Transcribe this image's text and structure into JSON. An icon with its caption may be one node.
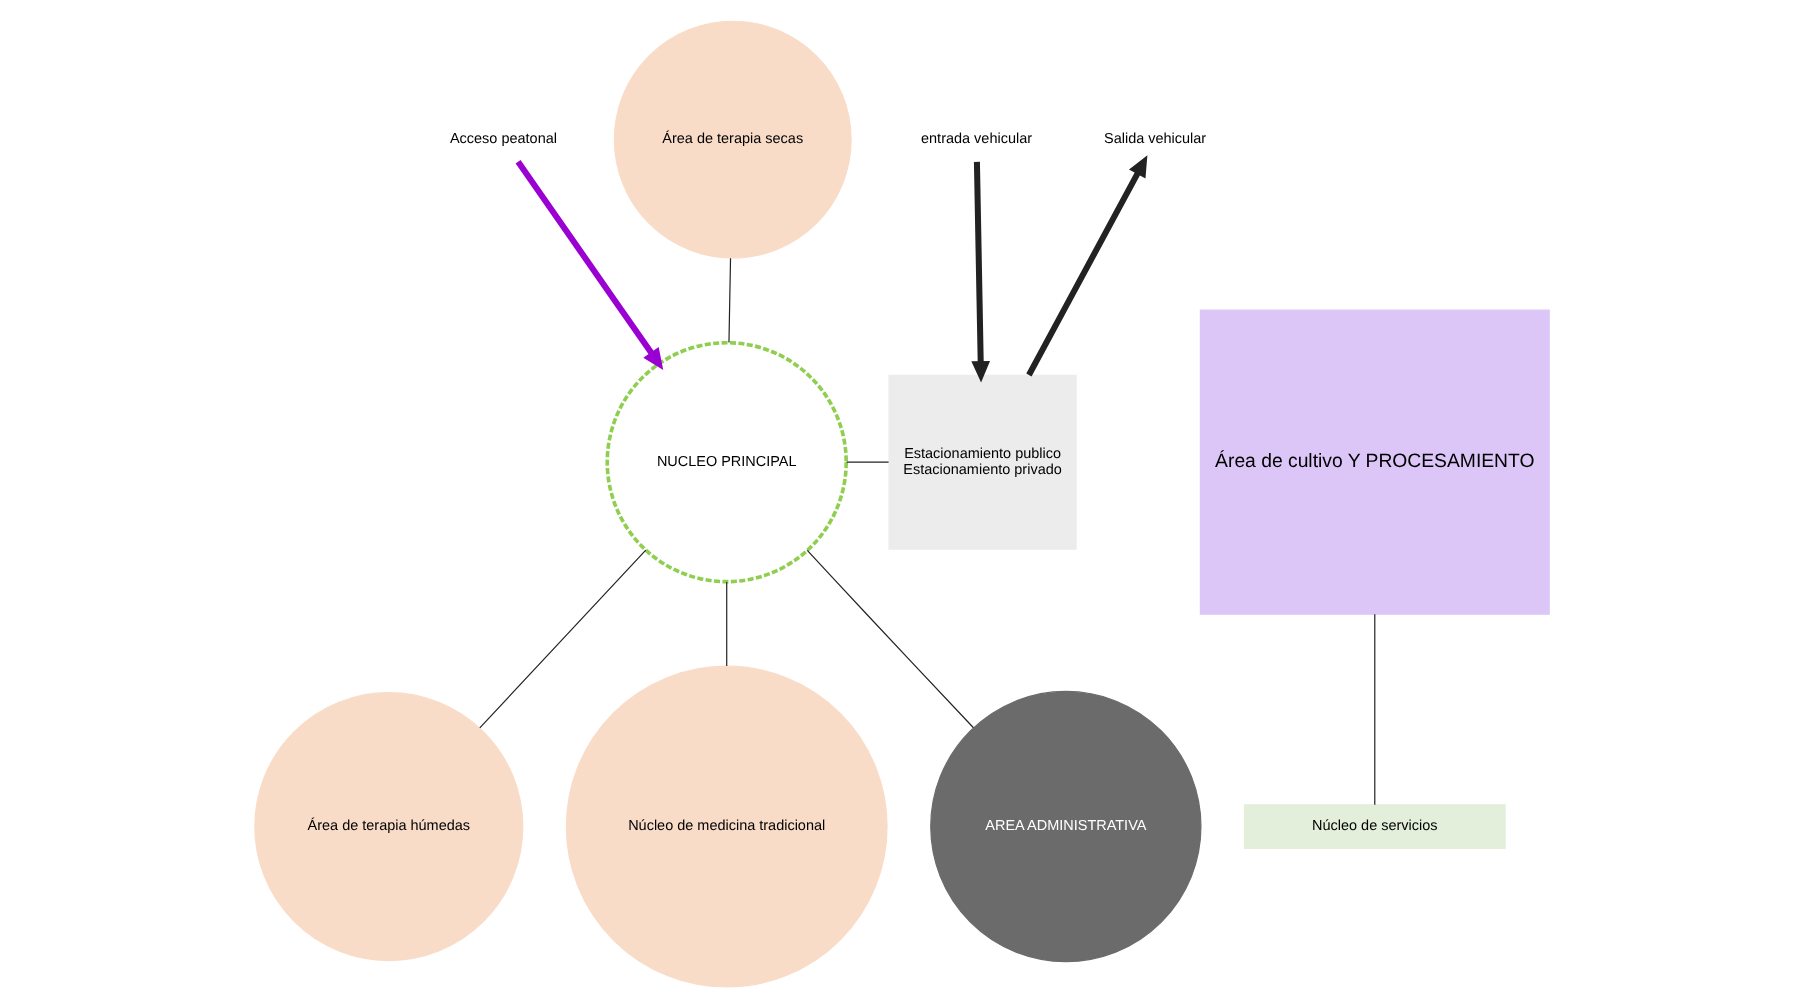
{
  "diagram": {
    "nodes": [
      {
        "text": [
          "Acceso peatonal"
        ]
      },
      {
        "text": [
          "entrada vehicular"
        ]
      },
      {
        "text": [
          "Salida vehicular"
        ]
      },
      {
        "text": [
          "Área de cultivo Y PROCESAMIENTO"
        ]
      },
      {
        "text": [
          "NUCLEO PRINCIPAL"
        ]
      },
      {
        "text": [
          "Estacionamiento publico",
          "Estacionamiento privado"
        ]
      },
      {
        "text": [
          "Área de terapia secas"
        ]
      },
      {
        "text": [
          "Área de terapia húmedas"
        ]
      },
      {
        "text": [
          "Núcleo de medicina tradicional"
        ]
      },
      {
        "text": [
          "AREA ADMINISTRATIVA"
        ]
      },
      {
        "text": [
          "Núcleo de servicios"
        ]
      }
    ],
    "edges": [
      {
        "from": 0,
        "to": 4,
        "arrow": "to",
        "style": "thick",
        "color": "#9b00d3"
      },
      {
        "from": 1,
        "to": 5,
        "arrow": "to",
        "style": "thick"
      },
      {
        "from": 5,
        "to": 2,
        "arrow": "to",
        "style": "thick"
      },
      {
        "from": 6,
        "to": 4,
        "arrow": "none"
      },
      {
        "from": 4,
        "to": 5,
        "arrow": "none"
      },
      {
        "from": 4,
        "to": 7,
        "arrow": "none"
      },
      {
        "from": 4,
        "to": 8,
        "arrow": "none"
      },
      {
        "from": 4,
        "to": 9,
        "arrow": "none"
      },
      {
        "from": 3,
        "to": 10,
        "arrow": "none"
      }
    ]
  }
}
